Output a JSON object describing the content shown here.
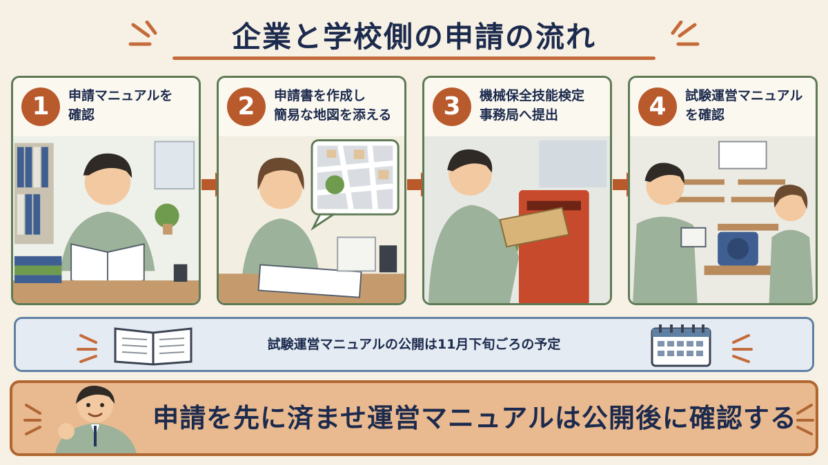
{
  "title": "企業と学校側の申請の流れ",
  "steps": [
    {
      "number": "1",
      "label": "申請マニュアルを\n確認"
    },
    {
      "number": "2",
      "label": "申請書を作成し\n簡易な地図を添える"
    },
    {
      "number": "3",
      "label": "機械保全技能検定\n事務局へ提出"
    },
    {
      "number": "4",
      "label": "試験運営マニュアル\nを確認"
    }
  ],
  "info": {
    "text": "試験運営マニュアルの公開は11月下旬ごろの予定",
    "left_icon": "open-book-icon",
    "right_icon": "calendar-icon"
  },
  "banner": {
    "text": "申請を先に済ませ運営マニュアルは公開後に確認する"
  },
  "colors": {
    "accent": "#b85a2c",
    "title": "#1c2a4d",
    "card_border": "#5e7a55",
    "info_border": "#5f7fa3",
    "banner_bg": "#e9b98f"
  }
}
